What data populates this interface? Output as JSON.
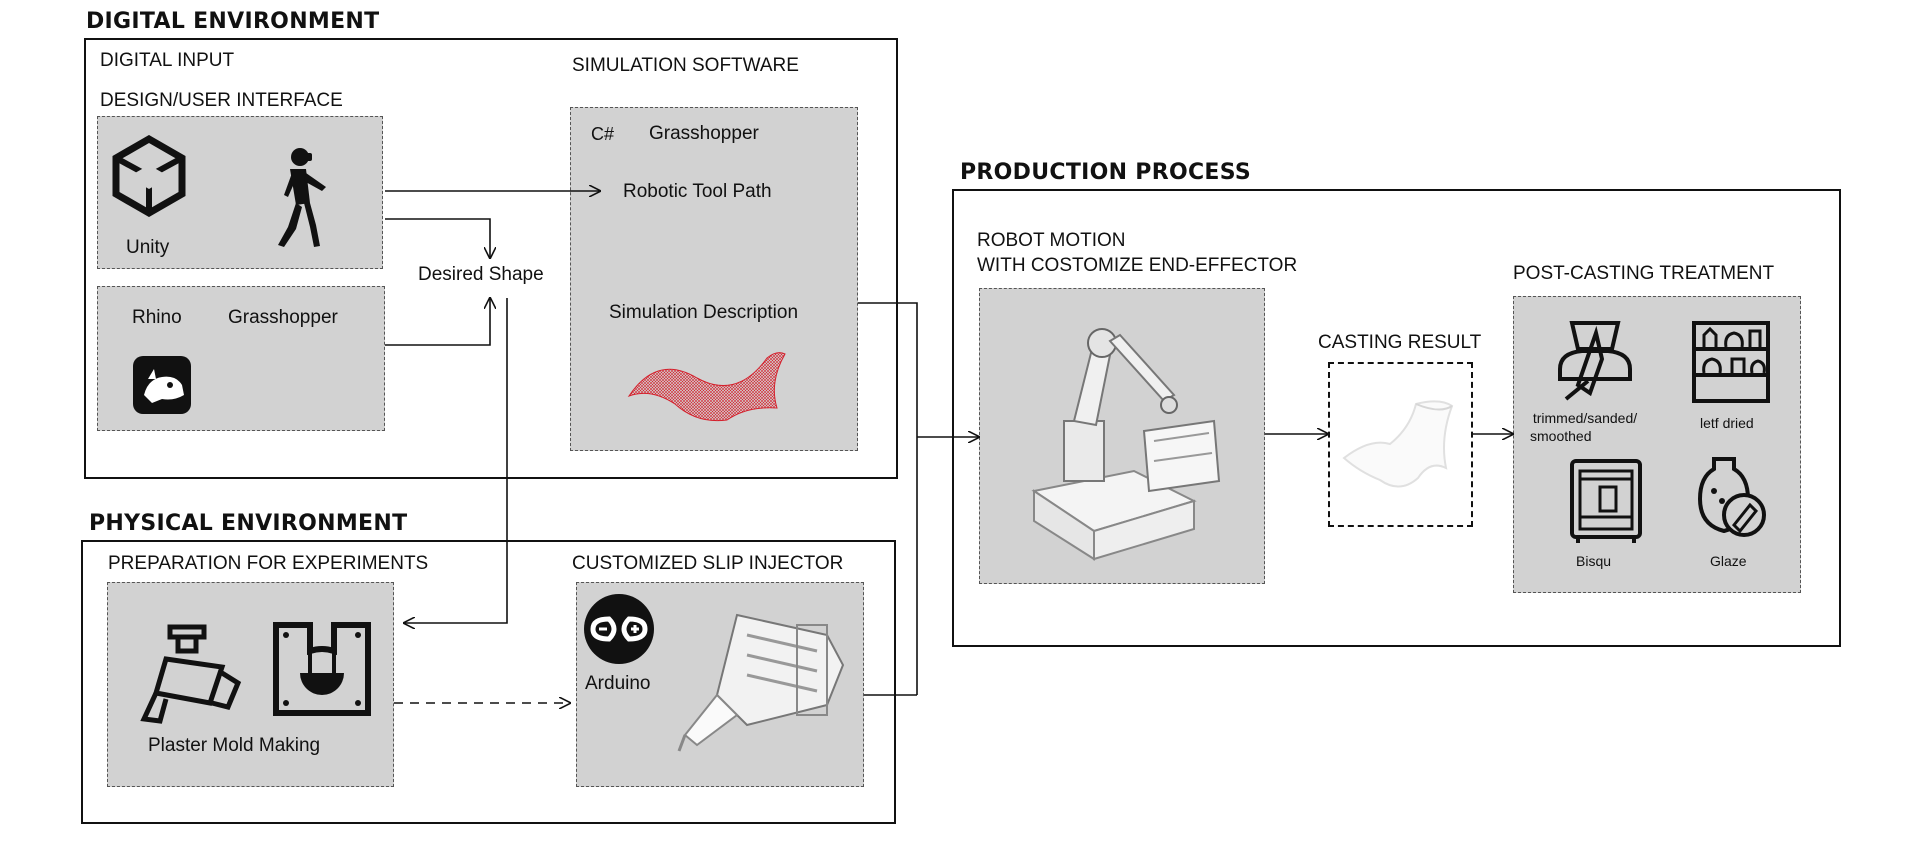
{
  "digital": {
    "title": "DIGITAL ENVIRONMENT",
    "digital_input": "DIGITAL INPUT",
    "design_ui": "DESIGN/USER INTERFACE",
    "unity": "Unity",
    "rhino": "Rhino",
    "grasshopper": "Grasshopper",
    "desired_shape": "Desired Shape",
    "sim_software": "SIMULATION SOFTWARE",
    "csharp": "C#",
    "sim_grasshopper": "Grasshopper",
    "tool_path": "Robotic Tool Path",
    "sim_description": "Simulation Description"
  },
  "physical": {
    "title": "PHYSICAL ENVIRONMENT",
    "preparation": "PREPARATION FOR EXPERIMENTS",
    "plaster": "Plaster Mold Making",
    "injector": "CUSTOMIZED SLIP INJECTOR",
    "arduino": "Arduino"
  },
  "production": {
    "title": "PRODUCTION PROCESS",
    "robot_line1": "ROBOT MOTION",
    "robot_line2": "WITH COSTOMIZE END-EFFECTOR",
    "casting": "CASTING RESULT",
    "post": "POST-CASTING TREATMENT",
    "trim_line1": "trimmed/sanded/",
    "trim_line2": "smoothed",
    "dried": "letf dried",
    "bisqu": "Bisqu",
    "glaze": "Glaze"
  },
  "colors": {
    "panel": "#d2d2d2",
    "line": "#111111",
    "mesh": "#d4202c"
  }
}
